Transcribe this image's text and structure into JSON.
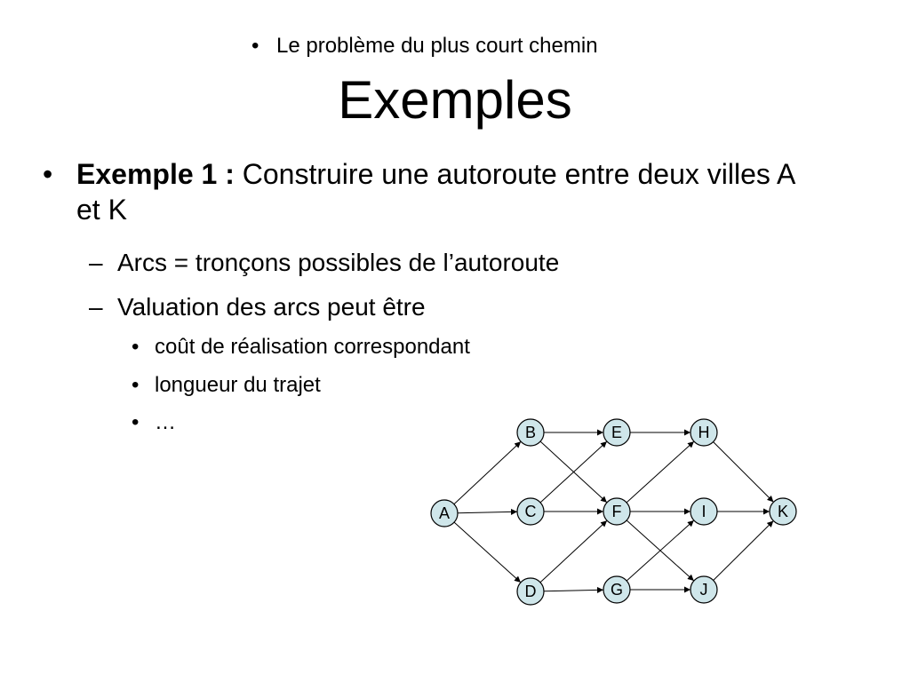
{
  "slide": {
    "subtitle": "Le problème du plus court chemin",
    "title": "Exemples",
    "bullet_char": "•",
    "dash_char": "–",
    "level1": {
      "bold": "Exemple 1 :",
      "text": " Construire une autoroute entre deux villes A et K"
    },
    "level2": [
      "Arcs = tronçons possibles de l’autoroute",
      "Valuation des arcs peut être"
    ],
    "level3": [
      "coût de réalisation correspondant",
      "longueur du trajet",
      "…"
    ]
  },
  "graph": {
    "nodes": [
      "A",
      "B",
      "C",
      "D",
      "E",
      "F",
      "G",
      "H",
      "I",
      "J",
      "K"
    ],
    "edges": [
      [
        "A",
        "B"
      ],
      [
        "A",
        "C"
      ],
      [
        "A",
        "D"
      ],
      [
        "B",
        "E"
      ],
      [
        "B",
        "F"
      ],
      [
        "C",
        "E"
      ],
      [
        "C",
        "F"
      ],
      [
        "D",
        "F"
      ],
      [
        "D",
        "G"
      ],
      [
        "E",
        "H"
      ],
      [
        "F",
        "H"
      ],
      [
        "F",
        "I"
      ],
      [
        "F",
        "J"
      ],
      [
        "G",
        "I"
      ],
      [
        "G",
        "J"
      ],
      [
        "H",
        "K"
      ],
      [
        "I",
        "K"
      ],
      [
        "J",
        "K"
      ]
    ],
    "node_fill": "#cfe6ea"
  }
}
